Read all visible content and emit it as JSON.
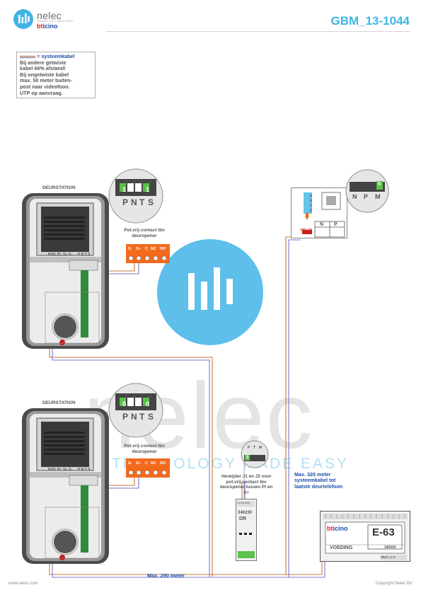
{
  "header": {
    "brand_name": "nelec",
    "brand_tagline": "TECHNOLOGY MADE EASY",
    "brand_sub_b": "bt",
    "brand_sub_rest": "icino",
    "doc_title": "GBM_13-1044"
  },
  "note": {
    "key_label": "= systeemkabel",
    "lines": [
      "Bij andere getwiste",
      "kabel 66% afstand!",
      "Bij ongetwiste kabel",
      "max. 50 meter buiten-",
      "post naar videofoon.",
      "UTP op aanvraag."
    ]
  },
  "stations": [
    {
      "title": "DEURSTATION",
      "terminal_letters": [
        "P",
        "N",
        "T",
        "S"
      ],
      "jumper_values": [
        "1",
        "1"
      ],
      "jumper_position": "",
      "contact_label": "Pot.vrij contact tbv deuropener",
      "contact_terminals": [
        "S-",
        "S+",
        "C",
        "NC",
        "NO"
      ],
      "bus_labels": [
        "BUS",
        "PL",
        "S+",
        "S-"
      ],
      "pnts_small": "P N T S"
    },
    {
      "title": "DEURSTATION",
      "terminal_letters": [
        "P",
        "N",
        "T",
        "S"
      ],
      "jumper_values": [
        "0",
        "0"
      ],
      "jumper_position": "",
      "contact_label": "Pot.vrij contact tbv deuropener",
      "contact_terminals": [
        "S-",
        "S+",
        "C",
        "NC",
        "NO"
      ],
      "bus_labels": [
        "BUS",
        "PL",
        "S+",
        "S-"
      ],
      "pnts_small": "P N T S"
    }
  ],
  "handset": {
    "zoom_labels": [
      "N",
      "P",
      "M"
    ],
    "zoom_value": "5",
    "switch_labels": [
      "a",
      "b",
      "1",
      "2"
    ],
    "table_headers": [
      "N",
      "P"
    ],
    "offon_label": "OFF ON"
  },
  "relay": {
    "zoom_labels": [
      "P",
      "T",
      "M"
    ],
    "zoom_value": "2",
    "note": "Verwijder J1 en J2 voor pot.vrij contact tbv deuropener tussen Pl en S+",
    "top_pins": "1 2 J1 J2 3",
    "model": "346230",
    "code": "DR"
  },
  "power": {
    "brand_b": "bt",
    "brand_rest": "icino",
    "model_label": "E-63",
    "voeding_label": "VOEDING",
    "part_no": "346000",
    "terminals_label": "BUS  1  2  3"
  },
  "annotations": {
    "max290": "Max. 290 meter",
    "max320": "Max. 320 meter systeemkabel tot laatste deurtelefoon"
  },
  "watermark": {
    "text": "nelec",
    "tagline": "TECHNOLOGY MADE EASY"
  },
  "footer": {
    "left": "www.nelec.com",
    "right": "Copyright Nelec BV"
  },
  "colors": {
    "accent": "#41b4e6",
    "brand_blue": "#1e4fa8",
    "brand_red": "#e2231a",
    "orange": "#f26a1d",
    "green": "#5ac14a",
    "cable_orange": "#c8773b",
    "cable_purple": "#7a7ac8",
    "panel_dark": "#4b4b4b",
    "panel_mid": "#bfbfbf"
  }
}
